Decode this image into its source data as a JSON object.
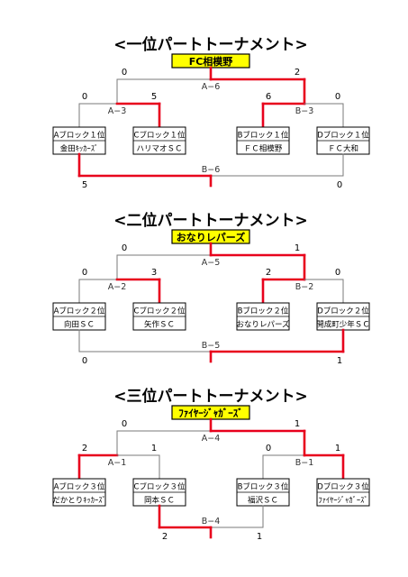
{
  "colors": {
    "win": "#e8001c",
    "line": "#7a7a7a",
    "box": "#000000",
    "winner_fill": "#ffff00"
  },
  "brackets": [
    {
      "title": "<一位パートトーナメント>",
      "champion": "FC相模野",
      "final": {
        "label": "A−6",
        "left_score": "0",
        "right_score": "2",
        "winner": "right"
      },
      "semi_left": {
        "label": "A−3",
        "left_score": "0",
        "right_score": "5",
        "winner": "right"
      },
      "semi_right": {
        "label": "B−3",
        "left_score": "6",
        "right_score": "0",
        "winner": "left"
      },
      "bottom": {
        "label": "B−6",
        "left_score": "5",
        "right_score": "0",
        "winner": "left",
        "pair": "outer"
      },
      "teams": [
        {
          "block": "Aブロック１位",
          "name": "金田ｷｯｶｰｽﾞ"
        },
        {
          "block": "Cブロック１位",
          "name": "ハリマオＳＣ"
        },
        {
          "block": "Bブロック１位",
          "name": "ＦＣ相模野"
        },
        {
          "block": "Dブロック１位",
          "name": "ＦＣ大和"
        }
      ]
    },
    {
      "title": "<二位パートトーナメント>",
      "champion": "おなりレパーズ",
      "final": {
        "label": "A−5",
        "left_score": "0",
        "right_score": "1",
        "winner": "right"
      },
      "semi_left": {
        "label": "A−2",
        "left_score": "0",
        "right_score": "3",
        "winner": "right"
      },
      "semi_right": {
        "label": "B−2",
        "left_score": "2",
        "right_score": "0",
        "winner": "left"
      },
      "bottom": {
        "label": "B−5",
        "left_score": "0",
        "right_score": "1",
        "winner": "right",
        "pair": "outer"
      },
      "teams": [
        {
          "block": "Aブロック２位",
          "name": "向田ＳＣ"
        },
        {
          "block": "Cブロック２位",
          "name": "矢作ＳＣ"
        },
        {
          "block": "Bブロック２位",
          "name": "おなりレパーズ"
        },
        {
          "block": "Dブロック２位",
          "name": "開成町少年ＳＣ"
        }
      ]
    },
    {
      "title": "<三位パートトーナメント>",
      "champion": "ﾌｧｲﾔｰｼﾞｬｶﾞｰｽﾞ",
      "final": {
        "label": "A−4",
        "left_score": "0",
        "right_score": "1",
        "winner": "right"
      },
      "semi_left": {
        "label": "A−1",
        "left_score": "2",
        "right_score": "1",
        "winner": "left"
      },
      "semi_right": {
        "label": "B−1",
        "left_score": "0",
        "right_score": "1",
        "winner": "right"
      },
      "bottom": {
        "label": "B−4",
        "left_score": "2",
        "right_score": "1",
        "winner": "left",
        "pair": "inner"
      },
      "teams": [
        {
          "block": "Aブロック３位",
          "name": "だかとりｷｯｶｰｽﾞ"
        },
        {
          "block": "Cブロック３位",
          "name": "岡本ＳＣ"
        },
        {
          "block": "Bブロック３位",
          "name": "福沢ＳＣ"
        },
        {
          "block": "Dブロック３位",
          "name": "ﾌｧｲﾔｰｼﾞｬｶﾞｰｽﾞ"
        }
      ]
    }
  ]
}
